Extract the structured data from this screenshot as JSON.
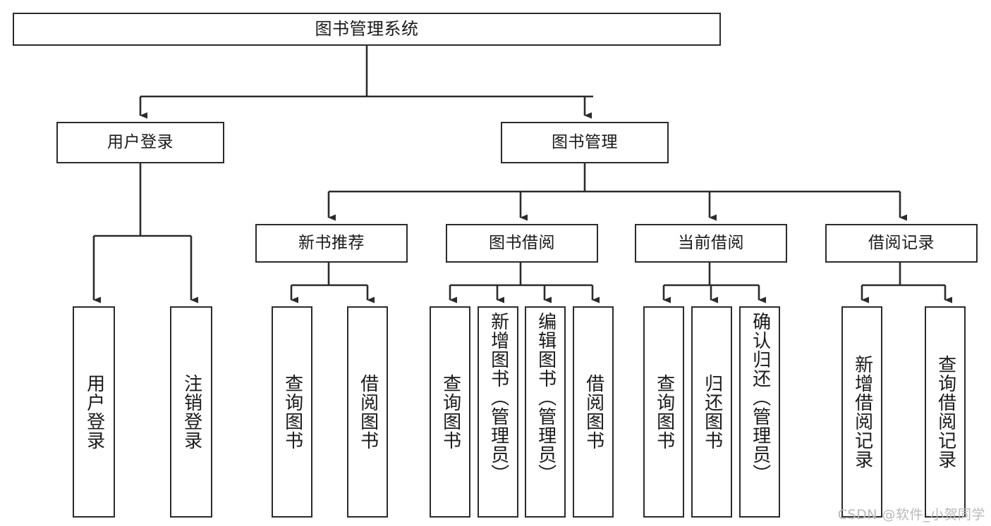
{
  "diagram": {
    "type": "tree-hierarchy",
    "title": "图书管理系统",
    "orientation": "top-down",
    "colors": {
      "box_border": "#2b2b2b",
      "box_fill": "#ffffff",
      "connector": "#2b2b2b",
      "text": "#1a1a1a",
      "watermark": "#b9b9b9",
      "background": "#ffffff"
    },
    "levels": {
      "root": [
        "图书管理系统"
      ],
      "level2": [
        "用户登录",
        "图书管理"
      ],
      "level3": [
        "新书推荐",
        "图书借阅",
        "当前借阅",
        "借阅记录"
      ],
      "leaves": [
        "用户登录",
        "注销登录",
        "查询图书",
        "借阅图书",
        "查询图书",
        "新增图书（管理员）",
        "编辑图书（管理员）",
        "借阅图书",
        "查询图书",
        "归还图书",
        "确认归还（管理员）",
        "新增借阅记录",
        "查询借阅记录"
      ]
    },
    "nodes": {
      "root": {
        "label": "图书管理系统"
      },
      "user_login": {
        "label": "用户登录"
      },
      "book_mgmt": {
        "label": "图书管理"
      },
      "new_book_rec": {
        "label": "新书推荐"
      },
      "book_borrow": {
        "label": "图书借阅"
      },
      "current_borrow": {
        "label": "当前借阅"
      },
      "borrow_record": {
        "label": "借阅记录"
      },
      "leaf_user_login": {
        "label": "用户登录"
      },
      "leaf_logout": {
        "label": "注销登录"
      },
      "leaf_query_book_1": {
        "label": "查询图书"
      },
      "leaf_borrow_book_1": {
        "label": "借阅图书"
      },
      "leaf_query_book_2": {
        "label": "查询图书"
      },
      "leaf_add_book_admin": {
        "label": "新增图书（管理员）"
      },
      "leaf_edit_book_admin": {
        "label": "编辑图书（管理员）"
      },
      "leaf_borrow_book_2": {
        "label": "借阅图书"
      },
      "leaf_query_book_3": {
        "label": "查询图书"
      },
      "leaf_return_book": {
        "label": "归还图书"
      },
      "leaf_confirm_return_admin": {
        "label": "确认归还（管理员）"
      },
      "leaf_add_borrow_record": {
        "label": "新增借阅记录"
      },
      "leaf_query_borrow_record": {
        "label": "查询借阅记录"
      }
    },
    "edges": [
      {
        "from": "root",
        "to": "user_login"
      },
      {
        "from": "root",
        "to": "book_mgmt"
      },
      {
        "from": "user_login",
        "to": "leaf_user_login"
      },
      {
        "from": "user_login",
        "to": "leaf_logout"
      },
      {
        "from": "book_mgmt",
        "to": "new_book_rec"
      },
      {
        "from": "book_mgmt",
        "to": "book_borrow"
      },
      {
        "from": "book_mgmt",
        "to": "current_borrow"
      },
      {
        "from": "book_mgmt",
        "to": "borrow_record"
      },
      {
        "from": "new_book_rec",
        "to": "leaf_query_book_1"
      },
      {
        "from": "new_book_rec",
        "to": "leaf_borrow_book_1"
      },
      {
        "from": "book_borrow",
        "to": "leaf_query_book_2"
      },
      {
        "from": "book_borrow",
        "to": "leaf_add_book_admin"
      },
      {
        "from": "book_borrow",
        "to": "leaf_edit_book_admin"
      },
      {
        "from": "book_borrow",
        "to": "leaf_borrow_book_2"
      },
      {
        "from": "current_borrow",
        "to": "leaf_query_book_3"
      },
      {
        "from": "current_borrow",
        "to": "leaf_return_book"
      },
      {
        "from": "current_borrow",
        "to": "leaf_confirm_return_admin"
      },
      {
        "from": "borrow_record",
        "to": "leaf_add_borrow_record"
      },
      {
        "from": "borrow_record",
        "to": "leaf_query_borrow_record"
      }
    ]
  },
  "watermark": {
    "text": "CSDN @软件_小贺同学"
  }
}
